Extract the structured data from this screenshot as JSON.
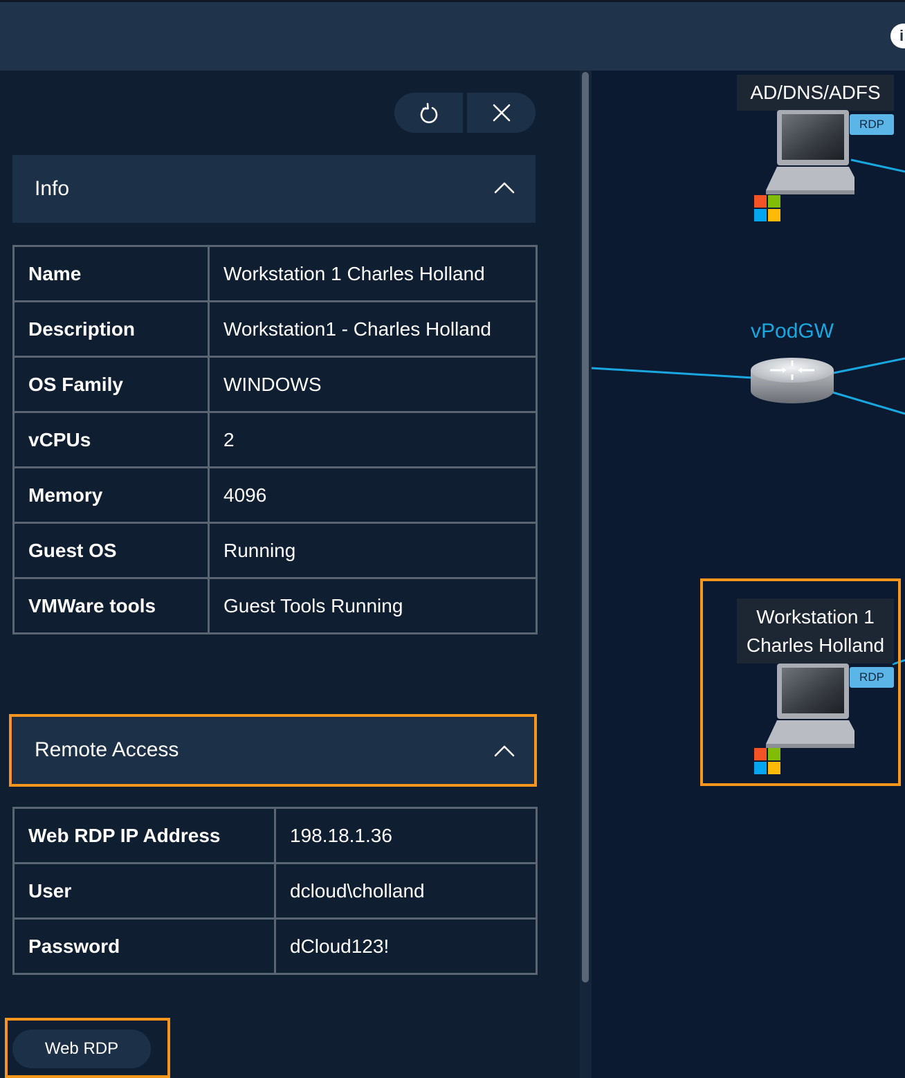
{
  "topbar": {
    "info_icon_glyph": "i"
  },
  "toolbar": {
    "refresh_icon": "refresh-icon",
    "close_icon": "close-icon"
  },
  "info_section": {
    "title": "Info",
    "rows": [
      {
        "key": "Name",
        "value": "Workstation 1 Charles Holland"
      },
      {
        "key": "Description",
        "value": "Workstation1 - Charles Holland"
      },
      {
        "key": "OS Family",
        "value": "WINDOWS"
      },
      {
        "key": "vCPUs",
        "value": "2"
      },
      {
        "key": "Memory",
        "value": "4096"
      },
      {
        "key": "Guest OS",
        "value": "Running"
      },
      {
        "key": "VMWare tools",
        "value": "Guest Tools Running"
      }
    ]
  },
  "remote_section": {
    "title": "Remote Access",
    "rows": [
      {
        "key": "Web RDP IP Address",
        "value": "198.18.1.36"
      },
      {
        "key": "User",
        "value": "dcloud\\cholland"
      },
      {
        "key": "Password",
        "value": "dCloud123!"
      }
    ]
  },
  "web_rdp_button": "Web RDP",
  "topology": {
    "nodes": [
      {
        "label": "AD/DNS/ADFS",
        "badge": "RDP",
        "icon": "laptop-icon"
      },
      {
        "label": "vPodGW",
        "icon": "router-icon"
      },
      {
        "label_line1": "Workstation 1",
        "label_line2": "Charles Holland",
        "badge": "RDP",
        "icon": "laptop-icon",
        "selected": true
      }
    ],
    "link_color": "#19a7e0",
    "highlight_color": "#f7951d"
  }
}
